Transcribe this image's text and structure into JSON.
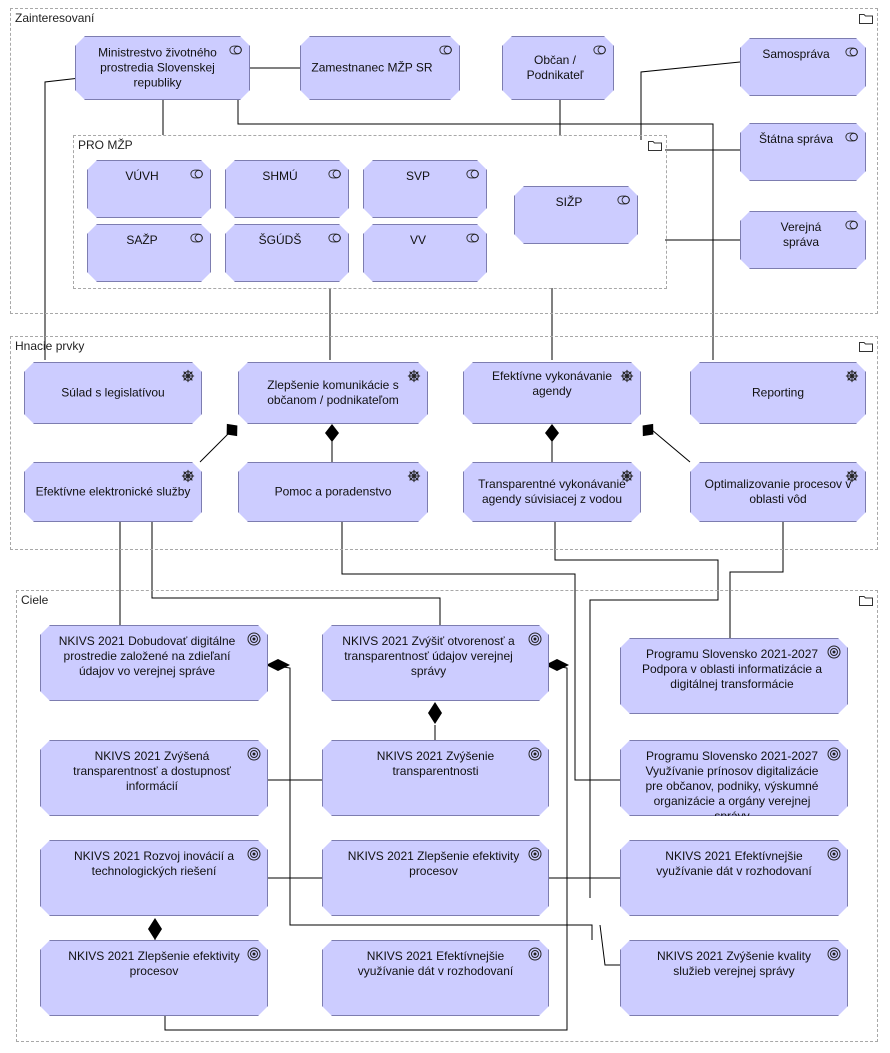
{
  "groups": {
    "zainteresovani": "Zainteresovaní",
    "pro_mzp": "PRO MŽP",
    "hnacie_prvky": "Hnacie prvky",
    "ciele": "Ciele"
  },
  "stakeholders": {
    "mzp": "Ministrestvo životného prostredia Slovenskej republiky",
    "zamestnanec": "Zamestnanec MŽP SR",
    "obcan": "Občan / Podnikateľ",
    "samosprava": "Samospráva",
    "statna_sprava": "Štátna správa",
    "verejna_sprava": "Verejná správa",
    "vuvh": "VÚVH",
    "shmu": "SHMÚ",
    "svp": "SVP",
    "sizp": "SIŽP",
    "sazp": "SAŽP",
    "sgudš": "ŠGÚDŠ",
    "vv": "VV"
  },
  "drivers": {
    "sulad": "Súlad s legislatívou",
    "zlepsenie_kom": "Zlepšenie komunikácie s občanom / podnikateľom",
    "efektivne_vyk": "Efektívne vykonávanie agendy",
    "reporting": "Reporting",
    "elektronicke": "Efektívne elektronické služby",
    "pomoc": "Pomoc a poradenstvo",
    "transparentne": "Transparentné vykonávanie agendy súvisiacej z vodou",
    "optimalizovanie": "Optimalizovanie procesov v oblasti vôd"
  },
  "goals": {
    "g1": "NKIVS 2021 Dobudovať digitálne prostredie založené na zdieľaní údajov vo verejnej správe",
    "g2": "NKIVS 2021 Zvýšiť otvorenosť a transparentnosť údajov verejnej správy",
    "g3": "Programu Slovensko 2021-2027 Podpora v oblasti informatizácie a digitálnej transformácie",
    "g4": "NKIVS 2021 Zvýšená transparentnosť a dostupnosť informácií",
    "g5": "NKIVS 2021 Zvýšenie transparentnosti",
    "g6": "Programu Slovensko 2021-2027 Využívanie prínosov digitalizácie pre občanov, podniky, výskumné organizácie a orgány verejnej správy",
    "g7": "NKIVS 2021 Rozvoj inovácií a technologických riešení",
    "g8": "NKIVS 2021 Zlepšenie efektivity procesov",
    "g9": "NKIVS 2021 Efektívnejšie využívanie dát v rozhodovaní",
    "g10": "NKIVS 2021 Zlepšenie efektivity procesov",
    "g11": "NKIVS 2021 Efektívnejšie využívanie dát v rozhodovaní",
    "g12": "NKIVS 2021  Zvýšenie kvality služieb verejnej správy"
  },
  "colors": {
    "node_fill": "#ccccff",
    "node_border": "#7d7db0",
    "line": "#000000",
    "group_border": "#a8a8a8"
  },
  "icons": {
    "stakeholder": "role-icon",
    "driver": "driver-wheel-icon",
    "goal": "goal-target-icon",
    "group": "folder-icon"
  }
}
